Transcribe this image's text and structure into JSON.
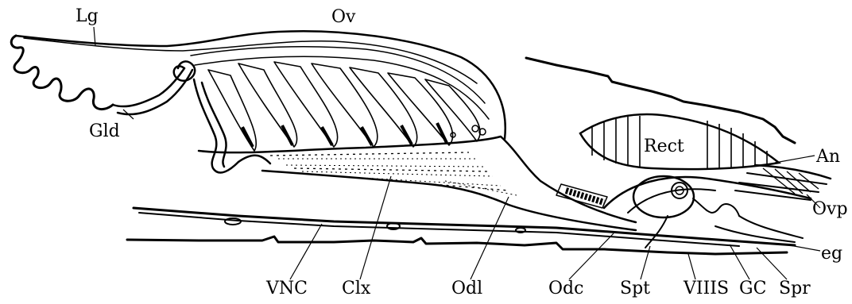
{
  "diagram": {
    "labels": {
      "lg": "Lg",
      "ov": "Ov",
      "gld": "Gld",
      "rect": "Rect",
      "an": "An",
      "ovp": "Ovp",
      "eg": "eg",
      "vnc": "VNC",
      "clx": "Clx",
      "odl": "Odl",
      "odc": "Odc",
      "spt": "Spt",
      "viiis": "VIIIS",
      "gc": "GC",
      "spr": "Spr"
    }
  }
}
